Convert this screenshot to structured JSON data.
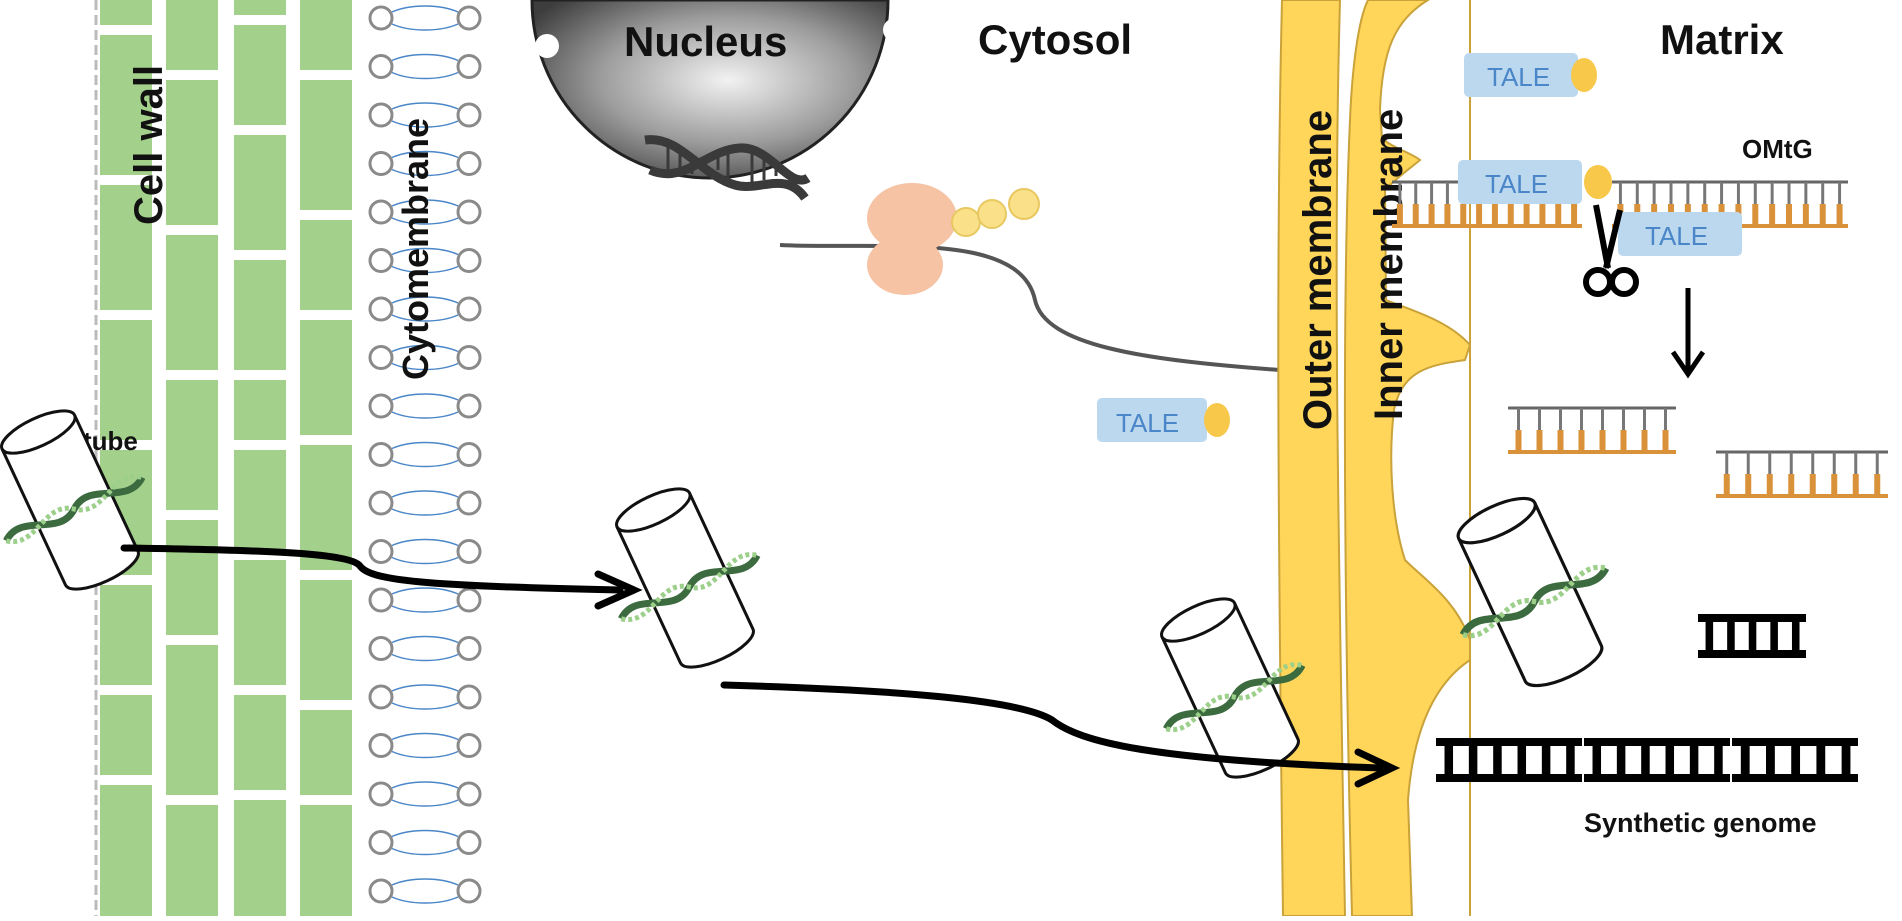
{
  "labels": {
    "cell_wall": "Cell wall",
    "cytomembrane": "Cytomembrane",
    "nucleus": "Nucleus",
    "cytosol": "Cytosol",
    "outer_membrane": "Outer membrane",
    "inner_membrane": "Inner membrane",
    "matrix": "Matrix",
    "nanotube": "Nanotube",
    "omtg": "OMtG",
    "synthetic_genome": "Synthetic genome",
    "tale": "TALE"
  },
  "colors": {
    "cell_wall_green": "#a3d08a",
    "membrane_yellow": "#ffd65a",
    "membrane_outline": "#c9a23a",
    "tale_fill": "#bcd8ef",
    "tale_text": "#4a86c8",
    "tale_dot": "#f7c84a",
    "ribosome": "#f6c3a4",
    "dna_orange": "#d9913a",
    "arrow": "#000000"
  },
  "icons": [
    "dna-helix-icon",
    "scissors-icon",
    "nanotube-icon",
    "ribosome-icon"
  ]
}
